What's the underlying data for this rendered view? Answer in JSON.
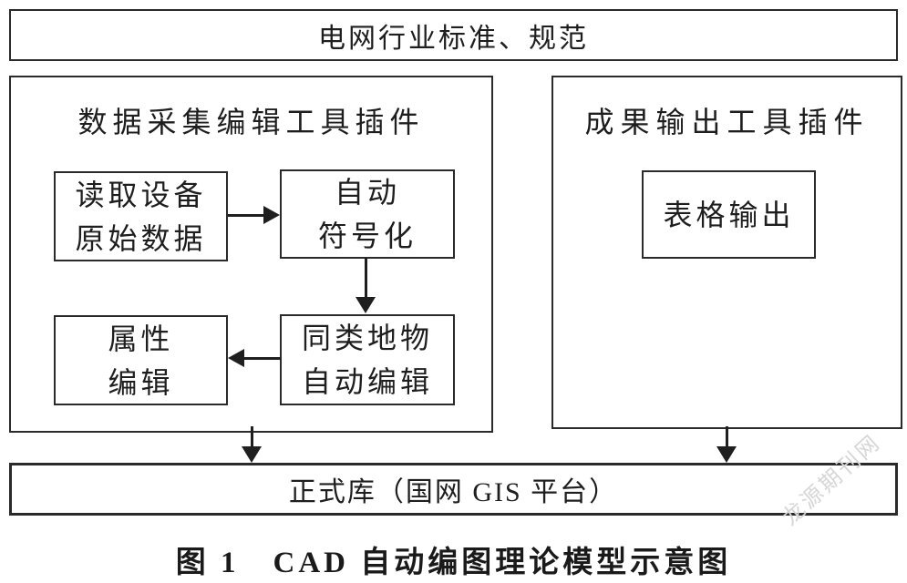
{
  "figure": {
    "top_box": "电网行业标准、规范",
    "left_panel": {
      "title": "数据采集编辑工具插件",
      "boxes": {
        "read_device_data": "读取设备\n原始数据",
        "auto_symbolize": "自动\n符号化",
        "attribute_edit": "属性\n编辑",
        "same_type_auto_edit": "同类地物\n自动编辑"
      }
    },
    "right_panel": {
      "title": "成果输出工具插件",
      "boxes": {
        "table_output": "表格输出"
      }
    },
    "bottom_box": "正式库（国网 GIS 平台）",
    "caption": "图 1　CAD 自动编图理论模型示意图",
    "watermark": "龙源期刊网",
    "colors": {
      "line": "#2a2a2a",
      "text": "#1e1e1e",
      "watermark": "#d6d6d6",
      "background": "#ffffff"
    }
  }
}
